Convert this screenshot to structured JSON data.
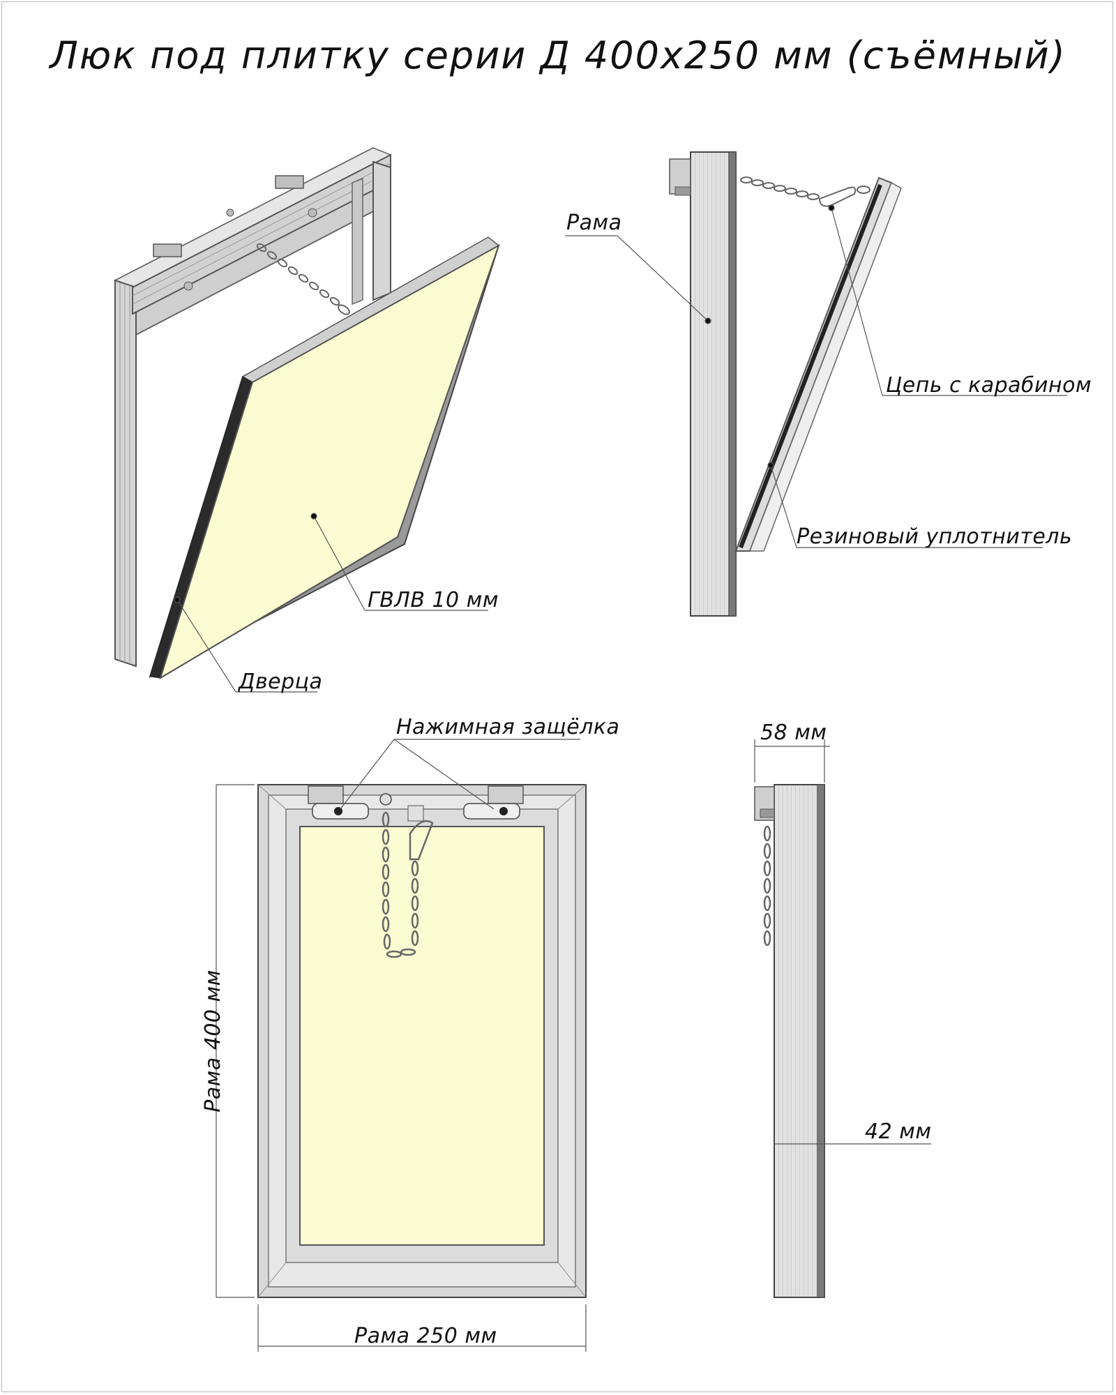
{
  "title": "Люк под плитку серии Д 400x250 мм (съёмный)",
  "labels": {
    "door": "Дверца",
    "gvlv": "ГВЛВ 10 мм",
    "frame_side": "Рама",
    "chain": "Цепь с карабином",
    "seal": "Резиновый уплотнитель",
    "latch": "Нажимная защёлка",
    "depth_total": "58 мм",
    "depth_frame": "42 мм",
    "frame_height": "Рама 400 мм",
    "frame_width": "Рама 250 мм"
  },
  "colors": {
    "panel": "#fbfcd2",
    "frame": "#d9d9d9",
    "frame_dark": "#8a8a8a",
    "seal": "#2a2a2a",
    "line": "#555555"
  }
}
